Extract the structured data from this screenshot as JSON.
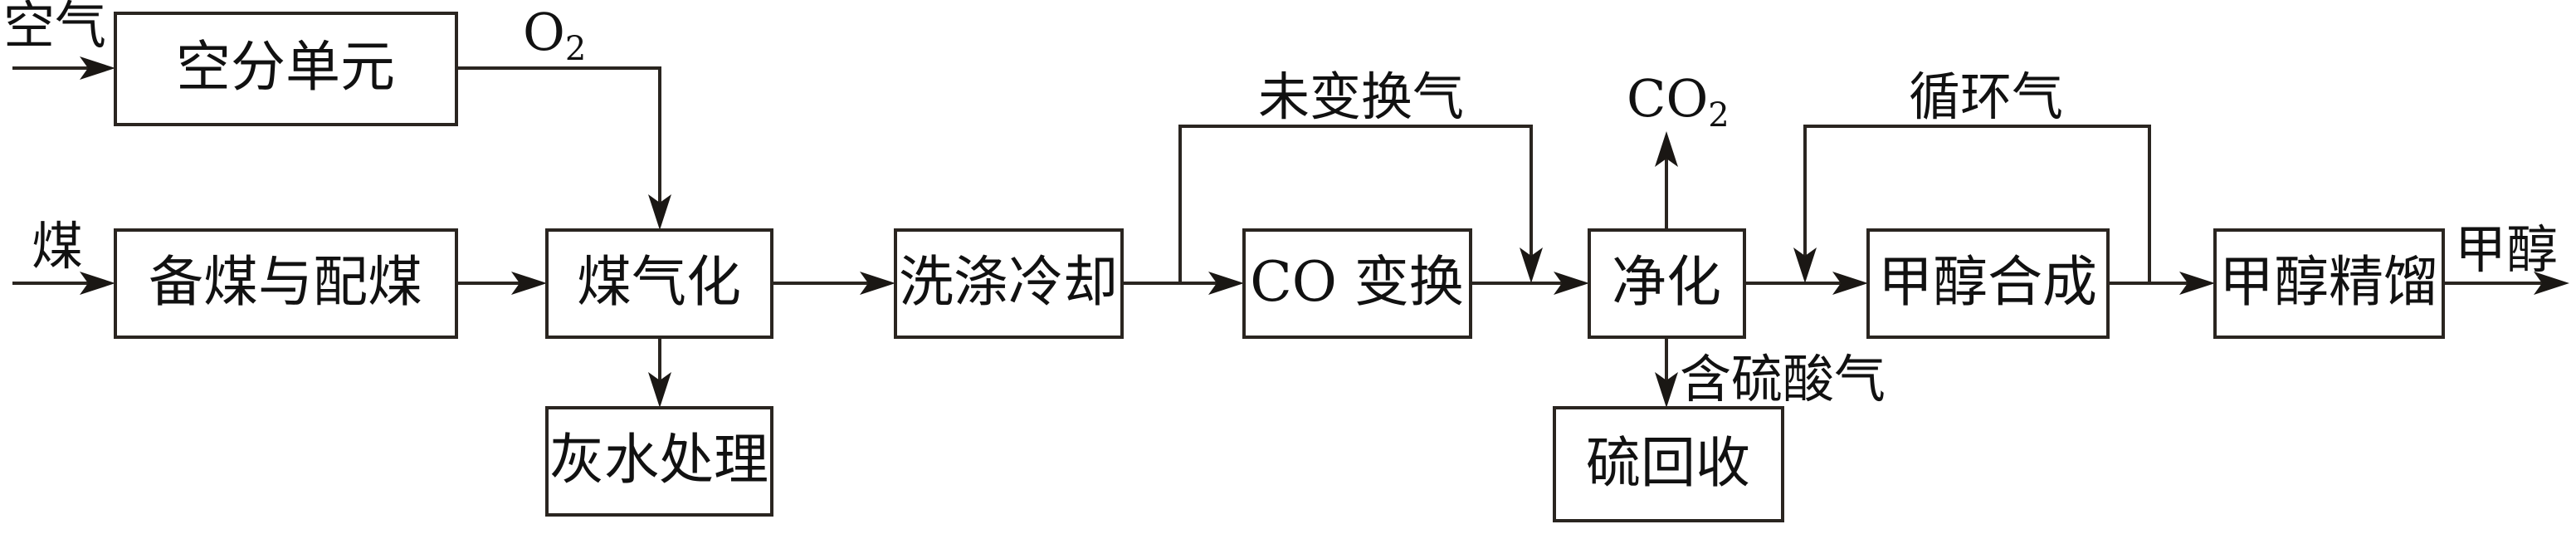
{
  "diagram": {
    "title": "煤制甲醇工艺流程",
    "nodes": [
      {
        "id": "air_separation",
        "label": "空分单元"
      },
      {
        "id": "coal_prep",
        "label": "备煤与配煤"
      },
      {
        "id": "gasification",
        "label": "煤气化"
      },
      {
        "id": "gray_water",
        "label": "灰水处理"
      },
      {
        "id": "washing_cooling",
        "label": "洗涤冷却"
      },
      {
        "id": "co_shift",
        "label": "CO 变换"
      },
      {
        "id": "purification",
        "label": "净化"
      },
      {
        "id": "sulfur_recovery",
        "label": "硫回收"
      },
      {
        "id": "methanol_synthesis",
        "label": "甲醇合成"
      },
      {
        "id": "methanol_distillation",
        "label": "甲醇精馏"
      }
    ],
    "streams": {
      "air": "空气",
      "coal": "煤",
      "o2_main": "O",
      "o2_sub": "2",
      "unshifted_gas": "未变换气",
      "co2_main": "CO",
      "co2_sub": "2",
      "acid_gas": "含硫酸气",
      "recycle_gas": "循环气",
      "methanol": "甲醇"
    },
    "edges": [
      {
        "from": "空气",
        "to": "air_separation"
      },
      {
        "from": "air_separation",
        "to": "gasification",
        "label": "O2"
      },
      {
        "from": "煤",
        "to": "coal_prep"
      },
      {
        "from": "coal_prep",
        "to": "gasification"
      },
      {
        "from": "gasification",
        "to": "gray_water"
      },
      {
        "from": "gasification",
        "to": "washing_cooling"
      },
      {
        "from": "washing_cooling",
        "to": "co_shift"
      },
      {
        "from": "washing_cooling",
        "to": "purification",
        "label": "未变换气"
      },
      {
        "from": "co_shift",
        "to": "purification"
      },
      {
        "from": "purification",
        "to": "CO2",
        "label": "CO2"
      },
      {
        "from": "purification",
        "to": "sulfur_recovery",
        "label": "含硫酸气"
      },
      {
        "from": "purification",
        "to": "methanol_synthesis"
      },
      {
        "from": "methanol_synthesis",
        "to": "methanol_synthesis",
        "label": "循环气"
      },
      {
        "from": "methanol_synthesis",
        "to": "methanol_distillation"
      },
      {
        "from": "methanol_distillation",
        "to": "甲醇"
      }
    ]
  }
}
